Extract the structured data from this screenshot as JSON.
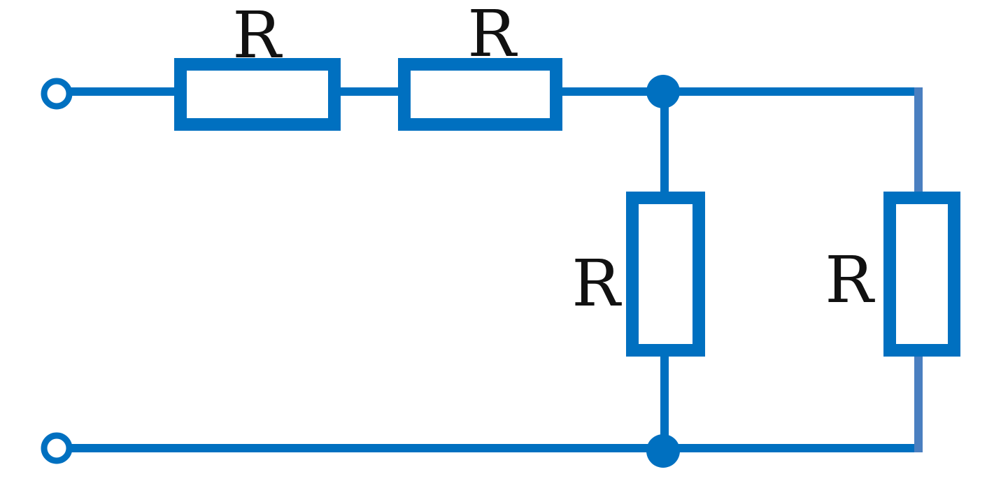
{
  "diagram": {
    "resistors": [
      {
        "id": "r1",
        "label": "R"
      },
      {
        "id": "r2",
        "label": "R"
      },
      {
        "id": "r3",
        "label": "R"
      },
      {
        "id": "r4",
        "label": "R"
      }
    ],
    "colors": {
      "wire": "#0070c0",
      "wire_right": "#4a7fc0",
      "label": "#111111",
      "background": "#ffffff"
    }
  }
}
